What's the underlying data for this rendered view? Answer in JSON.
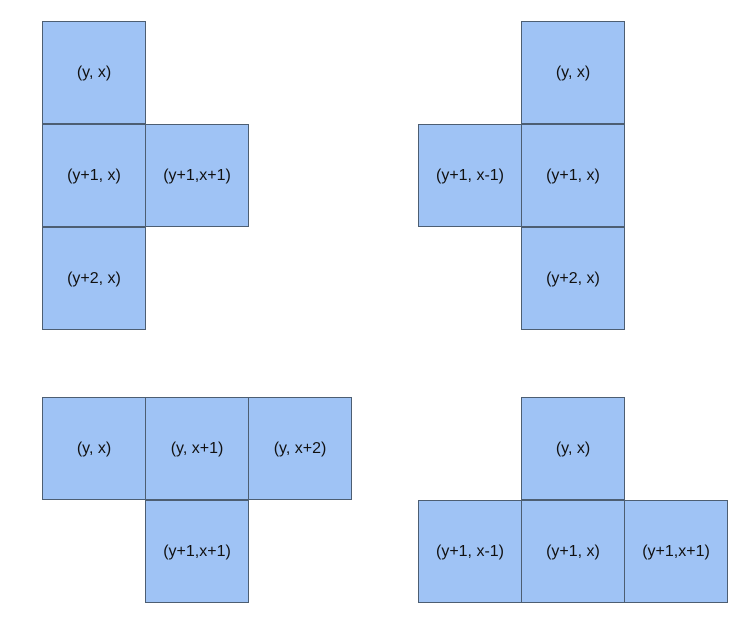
{
  "fill_color": "#9fc3f5",
  "border_color": "#4d5e72",
  "shapes": [
    {
      "name": "shape-top-left",
      "cells": [
        {
          "label": "(y, x)"
        },
        {
          "label": "(y+1, x)"
        },
        {
          "label": "(y+1,x+1)"
        },
        {
          "label": "(y+2, x)"
        }
      ]
    },
    {
      "name": "shape-top-right",
      "cells": [
        {
          "label": "(y, x)"
        },
        {
          "label": "(y+1, x-1)"
        },
        {
          "label": "(y+1, x)"
        },
        {
          "label": "(y+2, x)"
        }
      ]
    },
    {
      "name": "shape-bottom-left",
      "cells": [
        {
          "label": "(y, x)"
        },
        {
          "label": "(y, x+1)"
        },
        {
          "label": "(y, x+2)"
        },
        {
          "label": "(y+1,x+1)"
        }
      ]
    },
    {
      "name": "shape-bottom-right",
      "cells": [
        {
          "label": "(y, x)"
        },
        {
          "label": "(y+1, x-1)"
        },
        {
          "label": "(y+1, x)"
        },
        {
          "label": "(y+1,x+1)"
        }
      ]
    }
  ]
}
